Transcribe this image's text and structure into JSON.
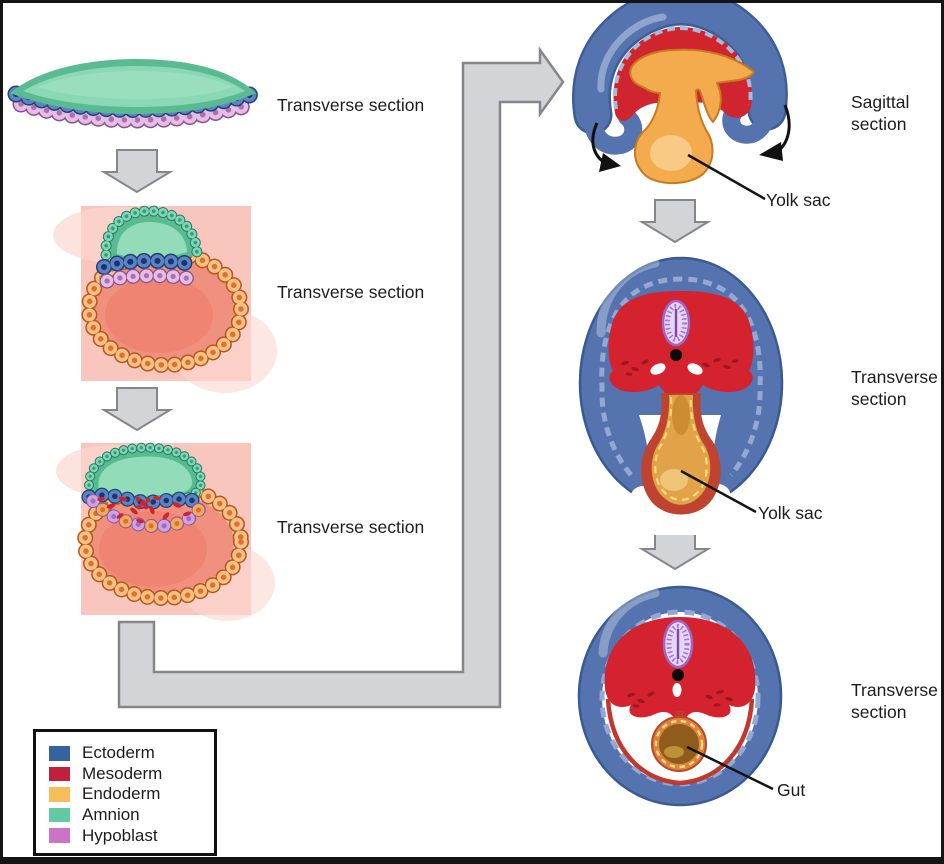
{
  "stages": {
    "left": [
      {
        "label": "Transverse section"
      },
      {
        "label": "Transverse section"
      },
      {
        "label": "Transverse section"
      }
    ],
    "right": [
      {
        "label": "Sagittal section",
        "annotation": "Yolk sac"
      },
      {
        "label": "Transverse section",
        "annotation": "Yolk sac"
      },
      {
        "label": "Transverse section",
        "annotation": "Gut"
      }
    ]
  },
  "legend": {
    "items": [
      {
        "label": "Ectoderm",
        "color": "#35639f"
      },
      {
        "label": "Mesoderm",
        "color": "#c22038"
      },
      {
        "label": "Endoderm",
        "color": "#f6bd5b"
      },
      {
        "label": "Amnion",
        "color": "#62c9a3"
      },
      {
        "label": "Hypoblast",
        "color": "#cb74c5"
      }
    ]
  },
  "colors": {
    "flow_arrow_fill": "#d3d4d8",
    "flow_arrow_stroke": "#85868c",
    "ectoderm_blue": "#5473af",
    "mesoderm_red": "#d0252f",
    "endoderm_orange": "#f3ab4e",
    "amnion_green": "#62c195",
    "hypoblast_pink": "#e3bfe5",
    "background": "#ffffff",
    "frame": "#141414",
    "text": "#1c1c1c"
  }
}
